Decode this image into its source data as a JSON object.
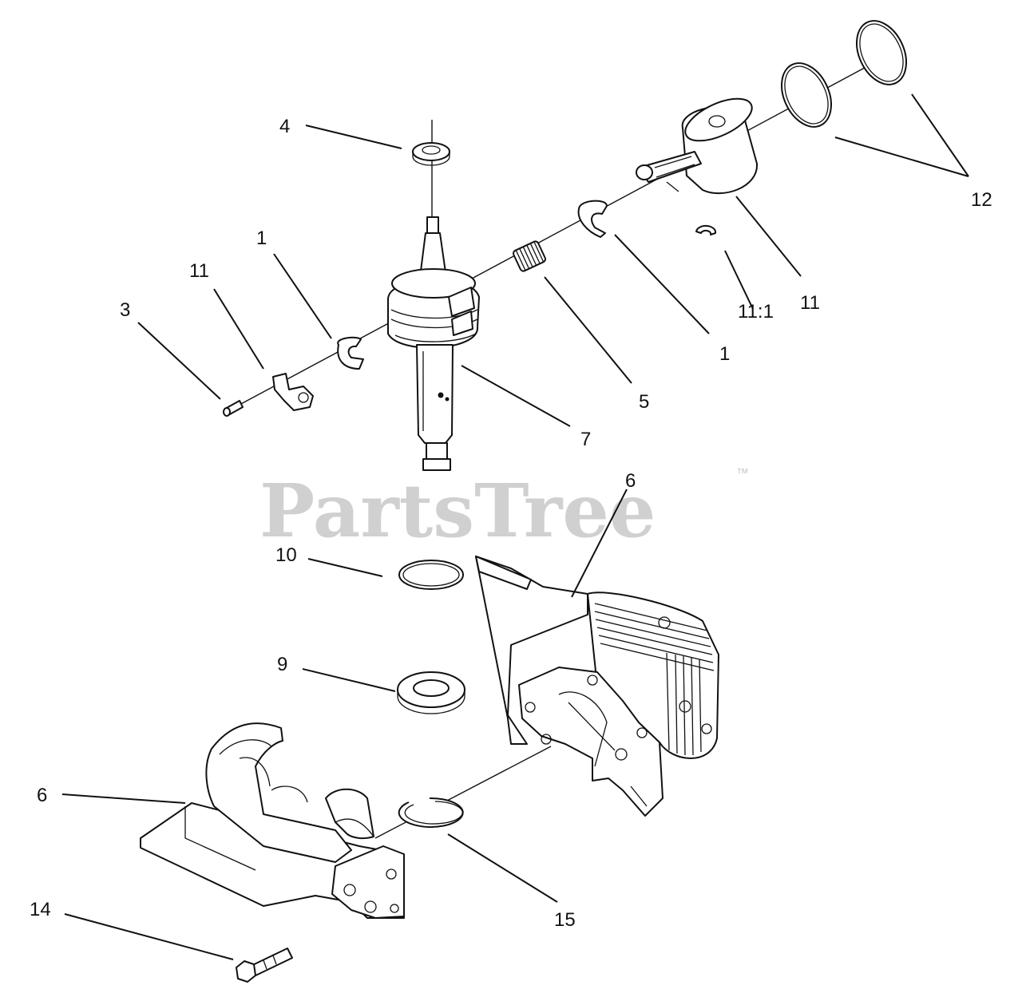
{
  "watermark": {
    "text": "PartsTree",
    "trademark": "™"
  },
  "callouts": {
    "c4": "4",
    "c12": "12",
    "c1_left": "1",
    "c11_left": "11",
    "c3": "3",
    "c7": "7",
    "c5": "5",
    "c1_right": "1",
    "c11_1": "11:1",
    "c11_right": "11",
    "c6_top": "6",
    "c10": "10",
    "c9": "9",
    "c6_left": "6",
    "c15": "15",
    "c14": "14"
  }
}
